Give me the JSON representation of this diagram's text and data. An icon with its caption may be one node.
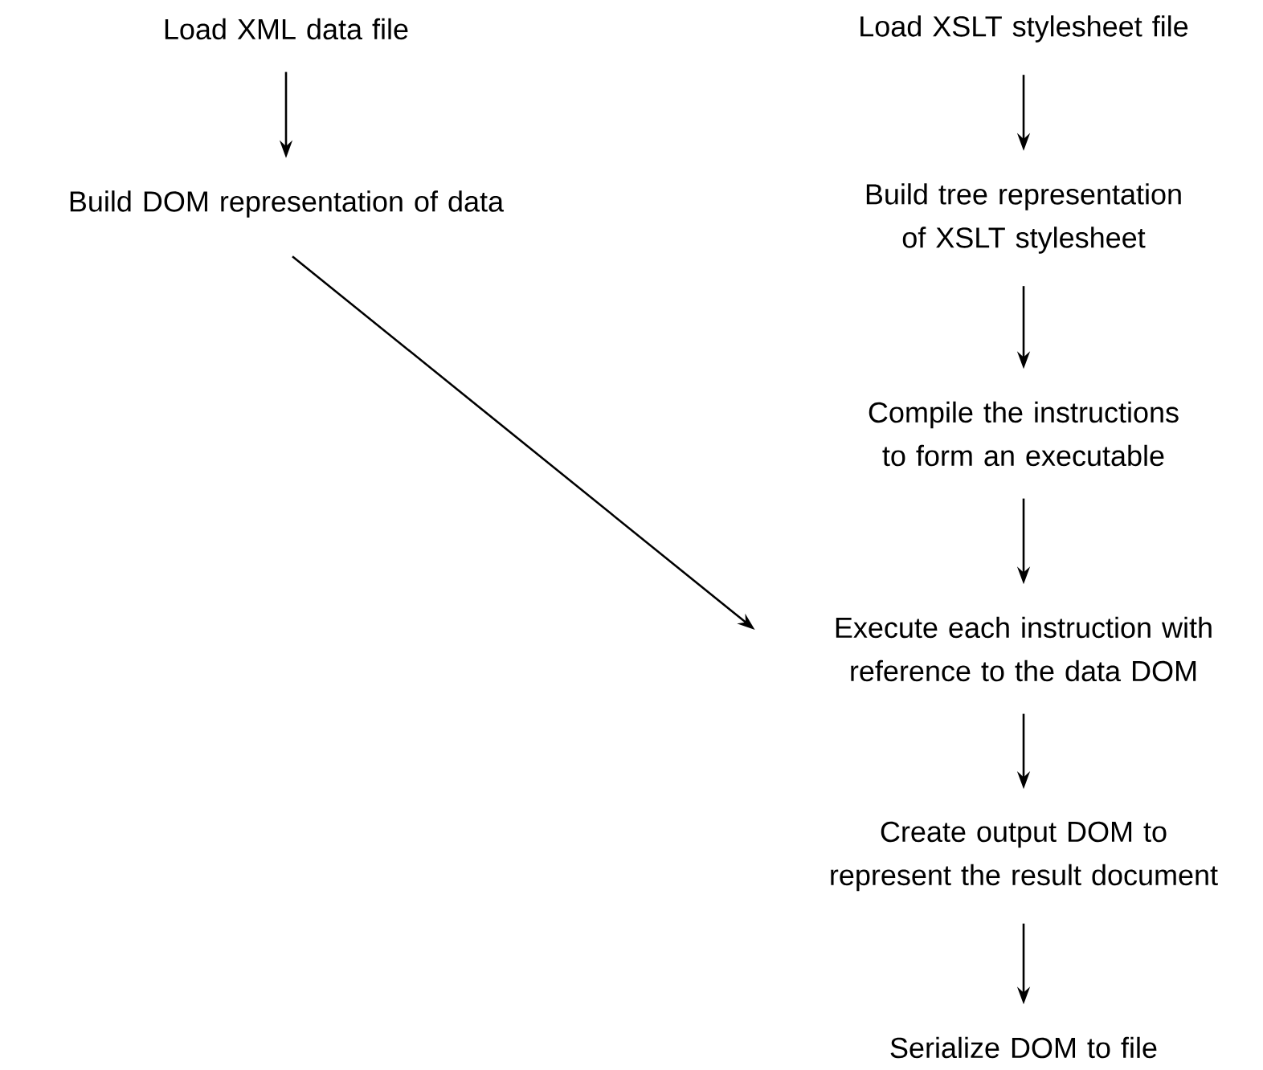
{
  "diagram": {
    "nodes": [
      {
        "text": [
          "Load XML data file"
        ]
      },
      {
        "text": [
          "Build DOM representation of data"
        ]
      },
      {
        "text": [
          "Load XSLT stylesheet file"
        ]
      },
      {
        "text": [
          "Build tree representation of XSLT stylesheet"
        ]
      },
      {
        "text": [
          "Compile the instructions to form an executable"
        ]
      },
      {
        "text": [
          "Execute each instruction with reference to the data DOM"
        ]
      },
      {
        "text": [
          "Create output DOM to represent the result document"
        ]
      },
      {
        "text": [
          "Serialize DOM to file"
        ]
      }
    ],
    "edges": [
      {
        "from": 0,
        "to": 1,
        "arrow": "to"
      },
      {
        "from": 1,
        "to": 5,
        "arrow": "to"
      },
      {
        "from": 2,
        "to": 3,
        "arrow": "to"
      },
      {
        "from": 3,
        "to": 4,
        "arrow": "to"
      },
      {
        "from": 4,
        "to": 5,
        "arrow": "to"
      },
      {
        "from": 5,
        "to": 6,
        "arrow": "to"
      },
      {
        "from": 6,
        "to": 7,
        "arrow": "to"
      }
    ]
  }
}
